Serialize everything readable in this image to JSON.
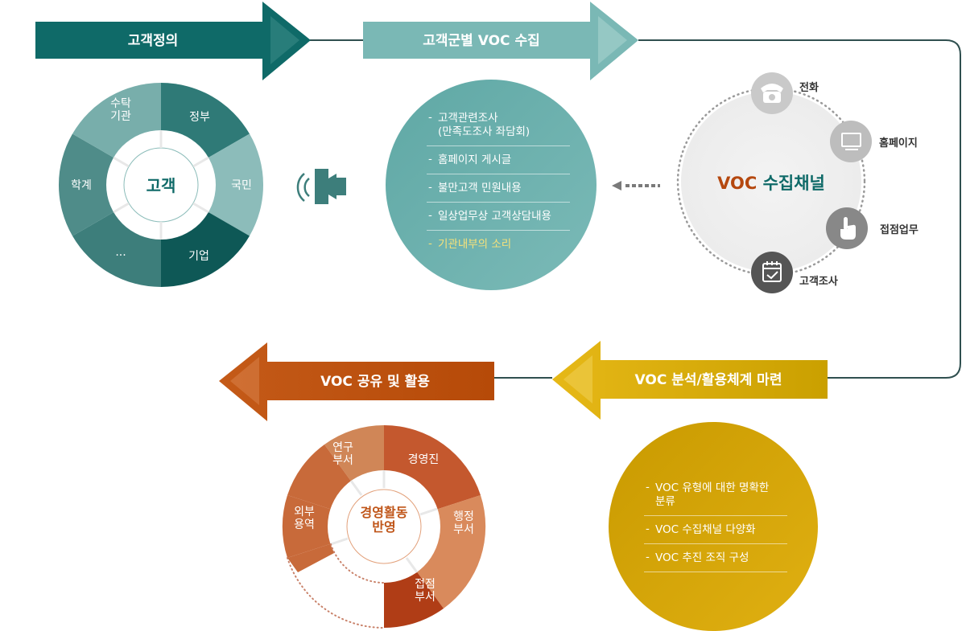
{
  "stages": {
    "define": "고객정의",
    "collect": "고객군별  VOC 수집",
    "analyze": "VOC 분석/활용체계 마련",
    "share": "VOC 공유 및 활용"
  },
  "customer_wheel": {
    "center": "고객",
    "segments": [
      "수탁\n기관",
      "정부",
      "국민",
      "기업",
      "...",
      "학계"
    ]
  },
  "voc_sources": [
    {
      "text": "고객관련조사\n(만족도조사 좌담회)",
      "highlight": false
    },
    {
      "text": "홈페이지 게시글",
      "highlight": false
    },
    {
      "text": "불만고객 민원내용",
      "highlight": false
    },
    {
      "text": "일상업무상 고객상담내용",
      "highlight": false
    },
    {
      "text": "기관내부의 소리",
      "highlight": true
    }
  ],
  "channels": {
    "title_voc": "VOC",
    "title_rest": " 수집채널",
    "items": [
      {
        "label": "전화",
        "icon": "phone-icon"
      },
      {
        "label": "홈페이지",
        "icon": "monitor-icon"
      },
      {
        "label": "접점업무",
        "icon": "hand-pointer-icon"
      },
      {
        "label": "고객조사",
        "icon": "calendar-check-icon"
      }
    ]
  },
  "analysis_items": [
    "VOC 유형에 대한 명확한\n분류",
    "VOC 수집채널 다양화",
    "VOC 추진 조직 구성"
  ],
  "management_wheel": {
    "center": "경영활동\n반영",
    "segments": [
      "연구\n부서",
      "경영진",
      "행정\n부서",
      "접점\n부서",
      "외부\n용역"
    ]
  },
  "colors": {
    "teal_dark": "#0f6a68",
    "teal_light": "#7ab8b5",
    "gold": "#d4a300",
    "orange_dark": "#b84e0b",
    "voc_title": "#b5480f",
    "channel_title": "#0f6a68",
    "highlight_text": "#f6e27a"
  }
}
